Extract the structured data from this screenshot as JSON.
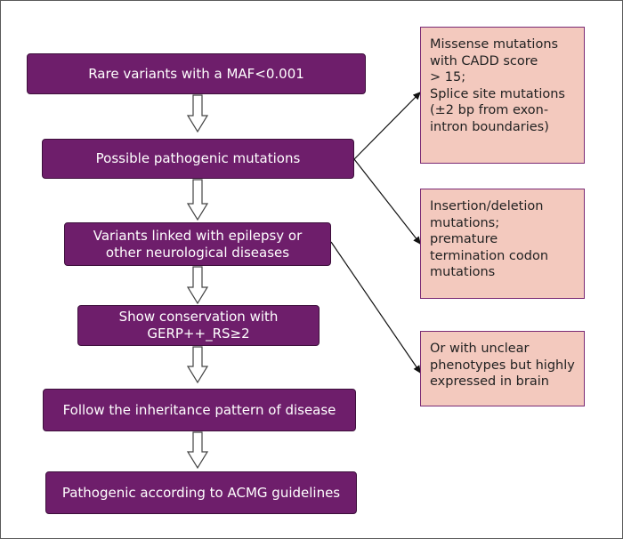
{
  "flow_steps": [
    "Rare variants with a MAF<0.001",
    "Possible pathogenic mutations",
    "Variants linked with epilepsy or\nother neurological diseases",
    "Show conservation with\nGERP++_RS≥2",
    "Follow the inheritance pattern of disease",
    "Pathogenic according to ACMG guidelines"
  ],
  "criteria_boxes": [
    "Missense mutations\nwith CADD score\n> 15;\nSplice site mutations\n(±2 bp from exon-\nintron boundaries)",
    "Insertion/deletion\nmutations;\npremature\ntermination codon\nmutations",
    "Or with unclear\nphenotypes but highly\nexpressed in brain"
  ],
  "colors": {
    "step_fill": "#6e1e6b",
    "criteria_fill": "#f3c9be"
  }
}
